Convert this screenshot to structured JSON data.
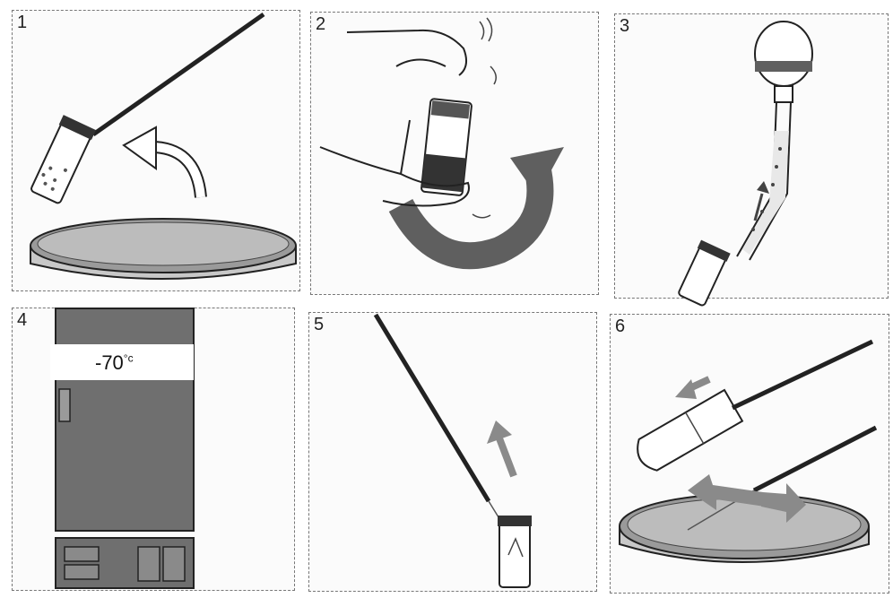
{
  "steps": [
    {
      "number": "1"
    },
    {
      "number": "2"
    },
    {
      "number": "3"
    },
    {
      "number": "4",
      "freezer_label": "-70",
      "freezer_unit": "°c"
    },
    {
      "number": "5"
    },
    {
      "number": "6"
    }
  ],
  "colors": {
    "line": "#222222",
    "dark_gray": "#6f6f6f",
    "mid_gray": "#8a8a8a",
    "light_gray": "#bdbdbd",
    "panel_bg": "#fbfbfb"
  },
  "icons": [
    "petri-dish-icon",
    "swab-icon",
    "vial-icon",
    "hand-icon",
    "rotate-arrow-icon",
    "pipette-bulb-icon",
    "freezer-icon",
    "test-tube-icon"
  ]
}
